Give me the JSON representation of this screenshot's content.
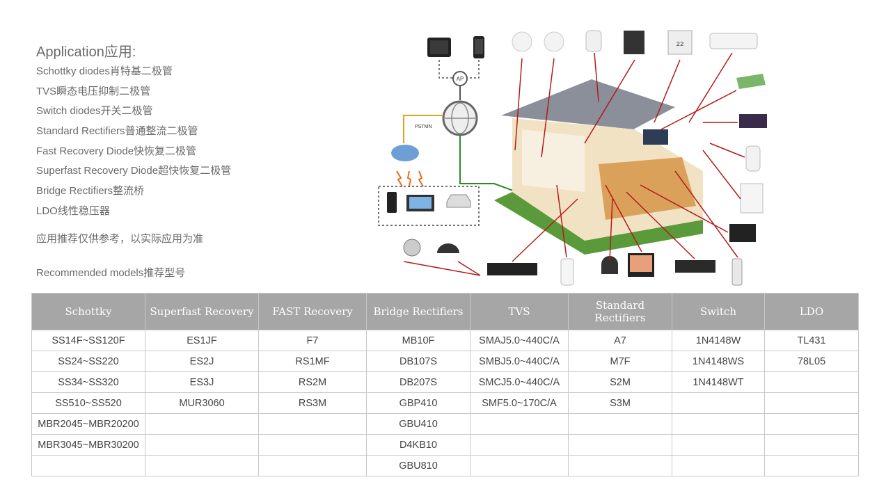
{
  "application": {
    "title": "Application应用:",
    "items": [
      "Schottky diodes肖特基二极管",
      "TVS瞬态电压抑制二极管",
      "Switch diodes开关二极管",
      "Standard Rectifiers普通整流二极管",
      "Fast Recovery Diode快恢复二极管",
      "Superfast Recovery Diode超快恢复二极管",
      "Bridge Rectifiers整流桥",
      "LDO线性稳压器"
    ],
    "note": "应用推荐仅供参考，以实际应用为准",
    "recommended": "Recommended models推荐型号"
  },
  "illustration": {
    "pstn_label": "PSTMN",
    "ap_label": "AP",
    "thermostat_display": "22"
  },
  "table": {
    "headers": [
      "Schottky",
      "Superfast Recovery",
      "FAST Recovery",
      "Bridge Rectifiers",
      "TVS",
      "Standard Rectifiers",
      "Switch",
      "LDO"
    ],
    "rows": [
      [
        "SS14F~SS120F",
        "ES1JF",
        "F7",
        "MB10F",
        "SMAJ5.0~440C/A",
        "A7",
        "1N4148W",
        "TL431"
      ],
      [
        "SS24~SS220",
        "ES2J",
        "RS1MF",
        "DB107S",
        "SMBJ5.0~440C/A",
        "M7F",
        "1N4148WS",
        "78L05"
      ],
      [
        "SS34~SS320",
        "ES3J",
        "RS2M",
        "DB207S",
        "SMCJ5.0~440C/A",
        "S2M",
        "1N4148WT",
        ""
      ],
      [
        "SS510~SS520",
        "MUR3060",
        "RS3M",
        "GBP410",
        "SMF5.0~170C/A",
        "S3M",
        "",
        ""
      ],
      [
        "MBR2045~MBR20200",
        "",
        "",
        "GBU410",
        "",
        "",
        "",
        ""
      ],
      [
        "MBR3045~MBR30200",
        "",
        "",
        "D4KB10",
        "",
        "",
        "",
        ""
      ],
      [
        "",
        "",
        "",
        "GBU810",
        "",
        "",
        "",
        ""
      ]
    ]
  }
}
